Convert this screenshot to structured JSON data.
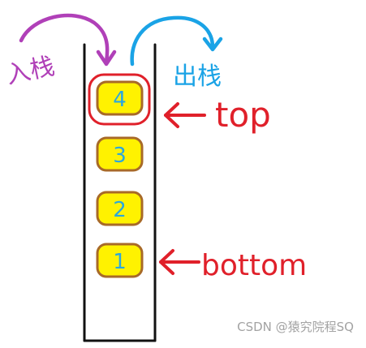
{
  "labels": {
    "push": "入栈",
    "pop": "出栈",
    "top": "top",
    "bottom": "bottom"
  },
  "stack_items": [
    "4",
    "3",
    "2",
    "1"
  ],
  "highlighted_item": "4",
  "watermark": "CSDN @猿究院程SQ",
  "colors": {
    "push": "#b040b8",
    "pop": "#1aa3e6",
    "pointer": "#e0202a",
    "item_fill": "#fff200",
    "item_border": "#a86a28",
    "item_text": "#2aa7de",
    "stack_wall": "#111111"
  },
  "icons": {
    "push_arrow": "curved-arrow-down-icon",
    "pop_arrow": "curved-arrow-up-icon",
    "top_pointer": "arrow-left-icon",
    "bottom_pointer": "arrow-left-icon"
  }
}
